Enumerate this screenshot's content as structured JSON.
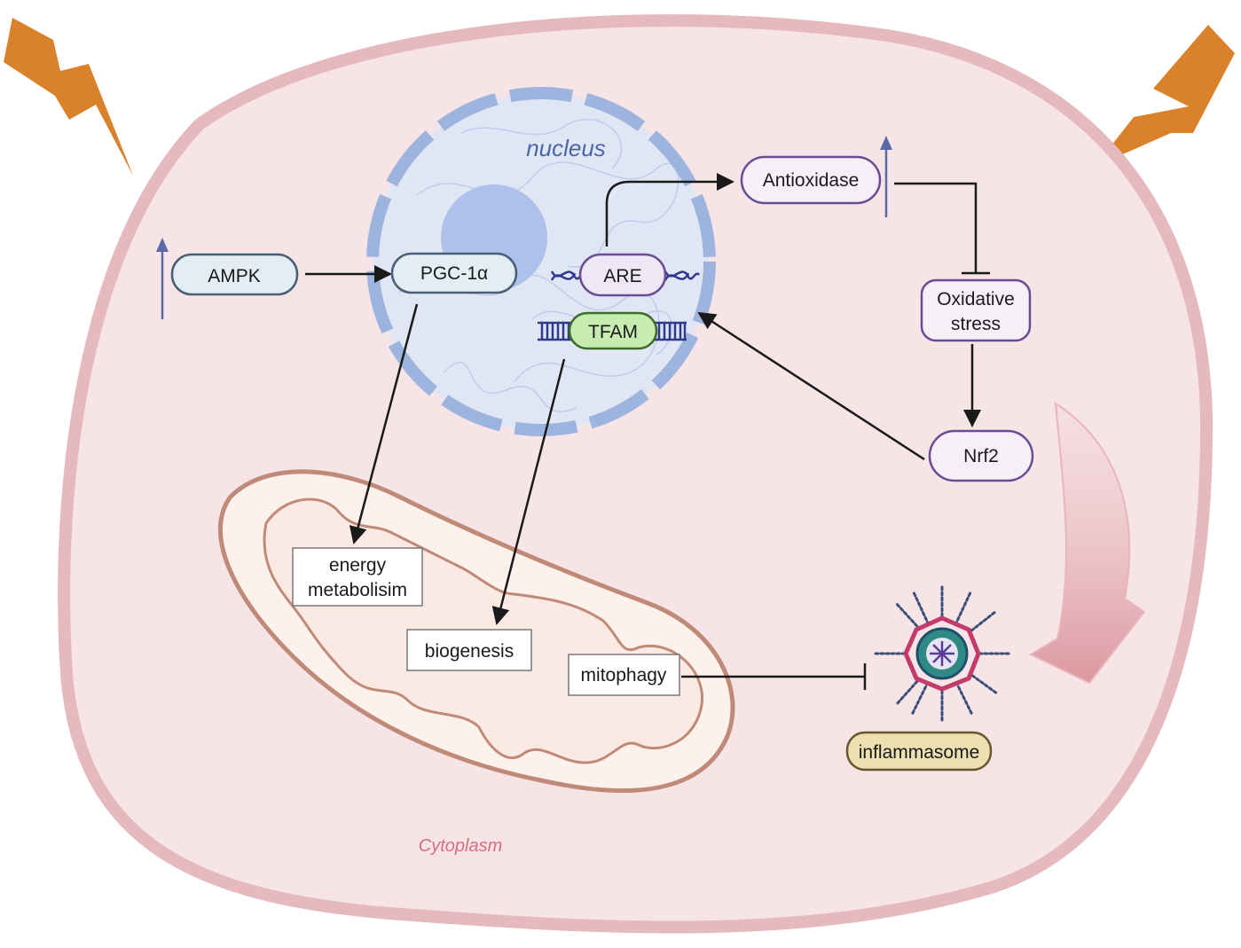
{
  "labels": {
    "nucleus": "nucleus",
    "cytoplasm": "Cytoplasm",
    "ampk": "AMPK",
    "pgc1a": "PGC-1α",
    "are": "ARE",
    "tfam": "TFAM",
    "antioxidase": "Antioxidase",
    "oxidative_line1": "Oxidative",
    "oxidative_line2": "stress",
    "nrf2": "Nrf2",
    "energy_line1": "energy",
    "energy_line2": "metabolisim",
    "biogenesis": "biogenesis",
    "mitophagy": "mitophagy",
    "inflammasome": "inflammasome"
  },
  "colors": {
    "cell_fill": "#f7e4e6",
    "cell_border": "#e5b9be",
    "nucleus_fill": "#dde5f4",
    "nucleus_border": "#9db4df",
    "nucleolus": "#aec1ea",
    "mito_outer": "#fdf1ec",
    "mito_border": "#c08a78",
    "lightning": "#d9822b",
    "up_arrow": "#5a6aa8",
    "ampk_fill": "#e3eef4",
    "ampk_border": "#4a5e75",
    "are_fill": "#eee8f6",
    "purple_border": "#6a4c93",
    "tfam_fill": "#c7ecb1",
    "inflammasome_fill": "#ecdfb0",
    "inflammasome_border": "#6a5530"
  },
  "icons": [
    "lightning-bolt-icon",
    "up-arrow-icon",
    "dna-helix-icon",
    "dna-ladder-icon",
    "inflammasome-icon",
    "curved-arrow-icon"
  ]
}
